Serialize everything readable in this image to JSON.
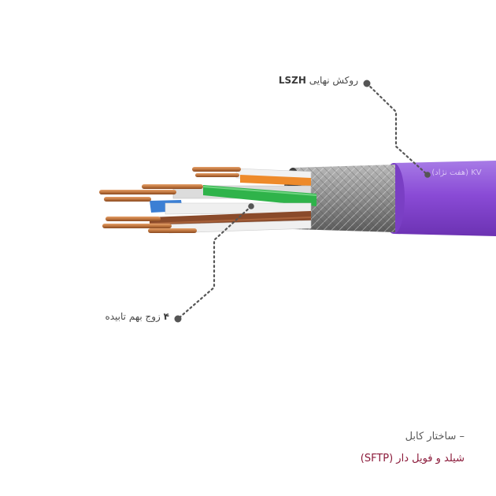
{
  "callouts": {
    "sheath": {
      "text": "روکش نهایی",
      "bold": "LSZH"
    },
    "pairs": {
      "bold": "۴",
      "text": "زوج بهم تابیده"
    }
  },
  "jacket_print": "(هفت نژاد) KV",
  "caption": {
    "line1": "– ساختار کابل",
    "line2": "شیلد و فویل دار (SFTP)"
  },
  "colors": {
    "jacket": "#8a4bd6",
    "shield": "#8c8c8c",
    "copper": "#c0763f",
    "green": "#2fb34a",
    "blue": "#3b7fd4",
    "orange": "#ee8a2a",
    "brown": "#8a4a2a",
    "caption_accent": "#8b1a3a"
  }
}
